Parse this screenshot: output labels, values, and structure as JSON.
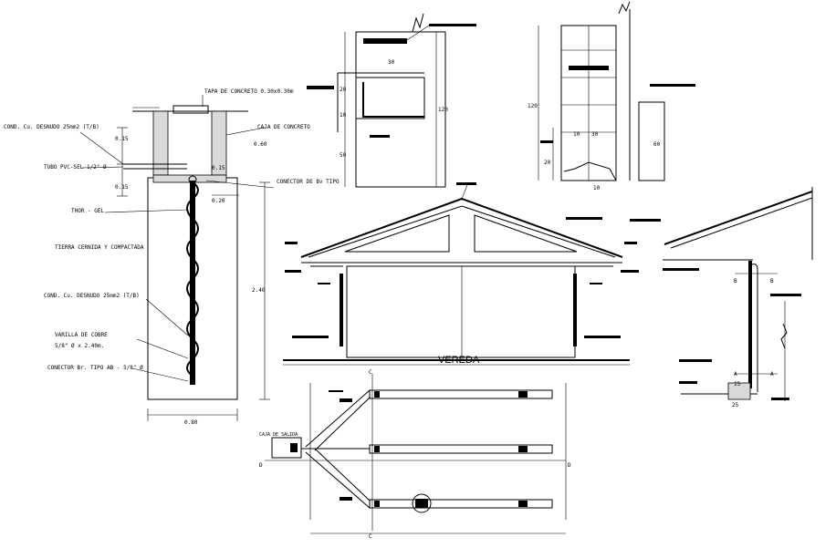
{
  "grounding_detail": {
    "tapa": "TAPA DE CONCRETO 0.30x0.30m",
    "caja": "CAJA DE CONCRETO",
    "cond_top": "COND. Cu. DESNUDO 25mm2  (T/B)",
    "tubo": "TUBO PVC-SEL 1/2\" Ø",
    "conector_bv": "CONECTOR DE Bv TIPO",
    "thor": "THOR - GEL",
    "tierra": "TIERRA CERNIDA Y COMPACTADA",
    "cond_mid": "COND. Cu. DESNUDO 25mm2 (T/B)",
    "varilla": "VARILLA DE COBRE",
    "varilla_size": "5/8\" Ø x 2.40m.",
    "conector_ab": "CONECTOR Br. TIPO AB - 5/8\" Ø",
    "dims": {
      "d015a": "0.15",
      "d060": "0.60",
      "d015b": "0.15",
      "d015c": "0.15",
      "d020": "0.20",
      "d240": "2.40",
      "d080": "0.80"
    }
  },
  "detail_top_middle": {
    "dims": {
      "d30": "30",
      "d20": "20",
      "d10": "10",
      "d50": "50",
      "d120": "120"
    }
  },
  "detail_top_right": {
    "dims": {
      "d120": "120",
      "d60": "60",
      "d10a": "10",
      "d30": "30",
      "d10b": "10",
      "d20": "20"
    }
  },
  "elevation": {
    "vereda": "VEREDA"
  },
  "plan": {
    "caja_salida": "CAJA DE SALIDA",
    "mark_c": "C",
    "mark_d": "D"
  },
  "section_right": {
    "mark_a": "A",
    "mark_b": "B",
    "dim_15": "15",
    "dim_25": "25"
  }
}
